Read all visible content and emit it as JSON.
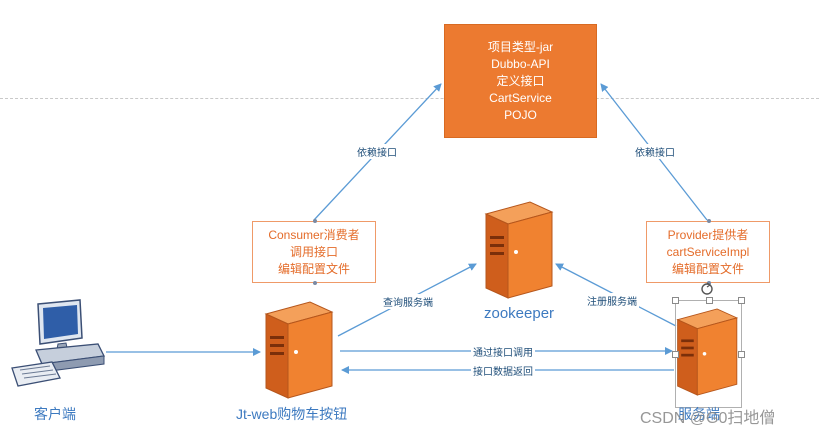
{
  "top_box": {
    "lines": [
      "项目类型-jar",
      "Dubbo-API",
      "定义接口",
      "CartService",
      "POJO"
    ],
    "color": "#ec7a30"
  },
  "consumer_box": {
    "lines": [
      "Consumer消费者",
      "调用接口",
      "编辑配置文件"
    ]
  },
  "provider_box": {
    "lines": [
      "Provider提供者",
      "cartServiceImpl",
      "编辑配置文件"
    ]
  },
  "edge_labels": {
    "consumer_depends": "依赖接口",
    "provider_depends": "依赖接口",
    "query_service": "查询服务端",
    "register_service": "注册服务端",
    "call_via_interface": "通过接口调用",
    "interface_return": "接口数据返回"
  },
  "nodes": {
    "client": "客户端",
    "web_button": "Jt-web购物车按钮",
    "zookeeper": "zookeeper",
    "server": "服务端"
  },
  "watermark": "CSDN @G0扫地僧",
  "colors": {
    "arrow": "#5b9bd5",
    "accent": "#ec7a30",
    "caption": "#3d7ac0"
  }
}
